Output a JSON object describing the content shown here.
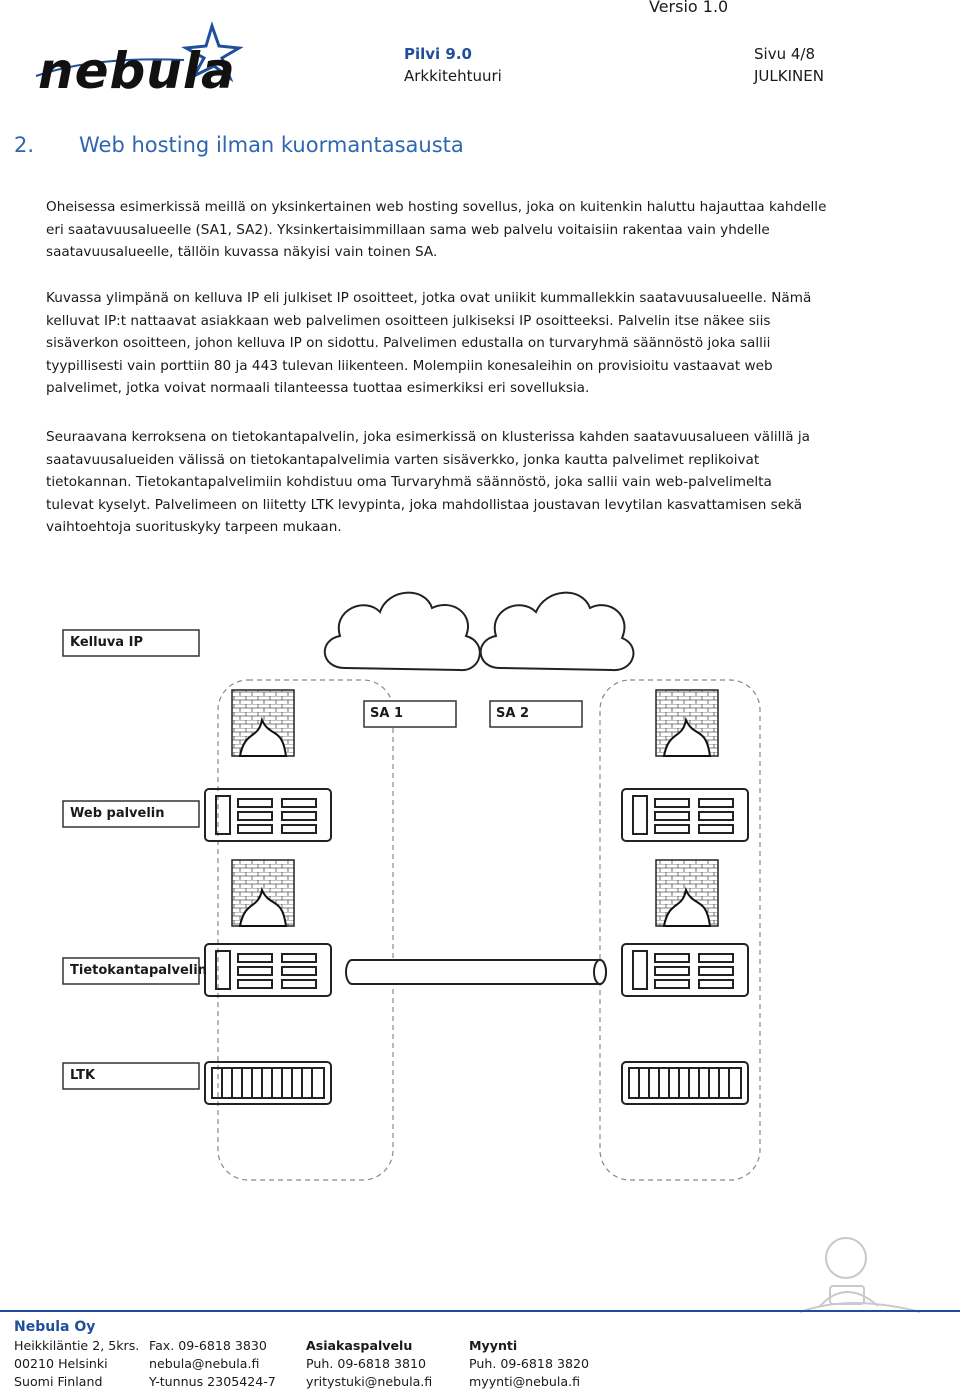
{
  "header": {
    "version": "Versio 1.0",
    "product": "Pilvi 9.0",
    "section": "Arkkitehtuuri",
    "page": "Sivu 4/8",
    "classification": "JULKINEN",
    "brand": "nebula"
  },
  "heading": {
    "number": "2.",
    "text": "Web hosting ilman kuormantasausta"
  },
  "paragraphs": [
    [
      "Oheisessa esimerkissä meillä on yksinkertainen web hosting sovellus, joka on kuitenkin haluttu hajauttaa kahdelle",
      "eri saatavuusalueelle (SA1, SA2). Yksinkertaisimmillaan sama web palvelu voitaisiin rakentaa vain yhdelle",
      "saatavuusalueelle, tällöin kuvassa näkyisi vain toinen SA."
    ],
    [
      "Kuvassa ylimpänä on kelluva IP eli julkiset IP osoitteet, jotka ovat uniikit kummallekkin saatavuusalueelle. Nämä",
      "kelluvat IP:t nattaavat asiakkaan web palvelimen osoitteen julkiseksi IP osoitteeksi. Palvelin itse näkee siis",
      "sisäverkon osoitteen, johon kelluva IP on sidottu. Palvelimen edustalla on turvaryhmä säännöstö joka sallii",
      "tyypillisesti vain porttiin 80 ja 443 tulevan liikenteen. Molempiin konesaleihin on provisioitu vastaavat web",
      "palvelimet, jotka voivat normaali tilanteessa tuottaa esimerkiksi eri sovelluksia."
    ],
    [
      "Seuraavana kerroksena on tietokantapalvelin, joka esimerkissä on klusterissa kahden saatavuusalueen välillä ja",
      "saatavuusalueiden välissä on tietokantapalvelimia varten sisäverkko, jonka kautta palvelimet replikoivat",
      "tietokannan. Tietokantapalvelimiin kohdistuu oma Turvaryhmä säännöstö, joka sallii vain web-palvelimelta",
      "tulevat kyselyt. Palvelimeen on liitetty LTK levypinta, joka mahdollistaa joustavan levytilan kasvattamisen sekä",
      "vaihtoehtoja suorituskyky tarpeen mukaan."
    ]
  ],
  "diagram": {
    "labels": {
      "floating_ip": "Kelluva IP",
      "sa1": "SA 1",
      "sa2": "SA 2",
      "web_server": "Web palvelin",
      "db_server": "Tietokantapalvelin",
      "ltk": "LTK"
    }
  },
  "footer": {
    "company": "Nebula Oy",
    "col1": [
      "Heikkiläntie 2, 5krs.",
      "00210 Helsinki",
      "Suomi Finland"
    ],
    "col2": [
      "Fax. 09-6818 3830",
      "nebula@nebula.fi",
      "Y-tunnus 2305424-7"
    ],
    "col3_head": "Asiakaspalvelu",
    "col3": [
      "Puh. 09-6818 3810",
      "yritystuki@nebula.fi"
    ],
    "col4_head": "Myynti",
    "col4": [
      "Puh. 09-6818 3820",
      "myynti@nebula.fi"
    ]
  },
  "colors": {
    "brand_blue": "#1f4e9b",
    "heading_blue": "#2e66b0",
    "footer_line": "#1f4e9b"
  }
}
